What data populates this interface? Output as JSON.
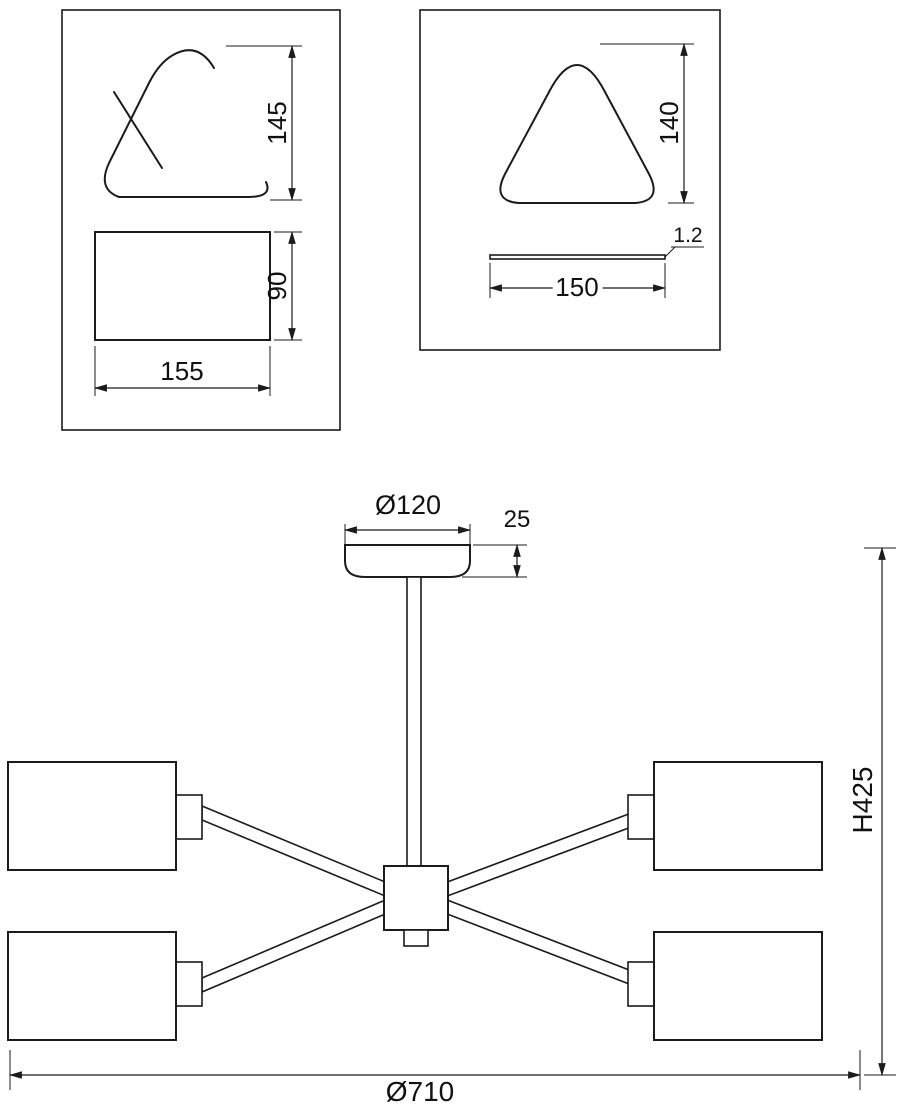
{
  "panels": {
    "frame_detail": {
      "height": "145",
      "body_height": "90",
      "body_width": "155"
    },
    "diffuser_detail": {
      "height": "140",
      "thickness": "1.2",
      "width": "150"
    }
  },
  "fixture": {
    "canopy_diameter": "Ø120",
    "canopy_depth": "25",
    "overall_height": "H425",
    "overall_diameter": "Ø710"
  },
  "colors": {
    "line": "#1b1b1b",
    "background": "#ffffff"
  }
}
